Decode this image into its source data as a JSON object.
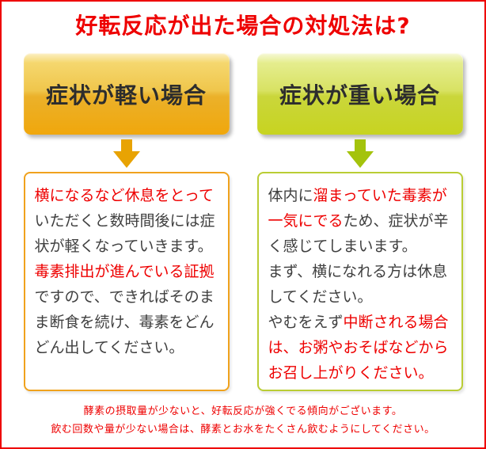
{
  "page": {
    "title": "好転反応が出た場合の対処法は?"
  },
  "colors": {
    "red_accent": "#ee0000",
    "dark_text": "#3f3f3f",
    "mild_orange": "#f0a70c",
    "severe_green": "#c7d420",
    "page_border": "#ee0000"
  },
  "columns": {
    "mild": {
      "header": "症状が軽い場合",
      "theme": {
        "g1": "#fcf0c6",
        "g2": "#f5d76e",
        "g3": "#f0c64b",
        "g4": "#ebb12a",
        "g5": "#f0a70c",
        "border": "#f0a21d",
        "arrow": "#e8a303"
      },
      "segments": [
        {
          "color": "red",
          "text": "横になるなど休息をとって"
        },
        {
          "color": "dark",
          "text": "いただくと数時間後には症状が軽くなっていきます。"
        },
        {
          "color": "red",
          "text": "毒素排出が進んでいる証拠"
        },
        {
          "color": "dark",
          "text": "ですので、できればそのまま断食を続け、毒素をどんどん出してください。"
        }
      ]
    },
    "severe": {
      "header": "症状が重い場合",
      "theme": {
        "g1": "#f7f9da",
        "g2": "#e5ed8e",
        "g3": "#d8e263",
        "g4": "#cad63b",
        "g5": "#c7d420",
        "border": "#bacd34",
        "arrow": "#a4c30c"
      },
      "segments": [
        {
          "color": "dark",
          "text": "体内に"
        },
        {
          "color": "red",
          "text": "溜まっていた毒素が一気にでる"
        },
        {
          "color": "dark",
          "text": "ため、症状が辛く感じてしまいます。\nまず、横になれる方は休息してください。\nやむをえず"
        },
        {
          "color": "red",
          "text": "中断される場合は、お粥やおそばなどからお召し上がりください。"
        }
      ]
    }
  },
  "footer": {
    "lines": [
      "酵素の摂取量が少ないと、好転反応が強くでる傾向がございます。",
      "飲む回数や量が少ない場合は、酵素とお水をたくさん飲むようにしてください。"
    ]
  }
}
